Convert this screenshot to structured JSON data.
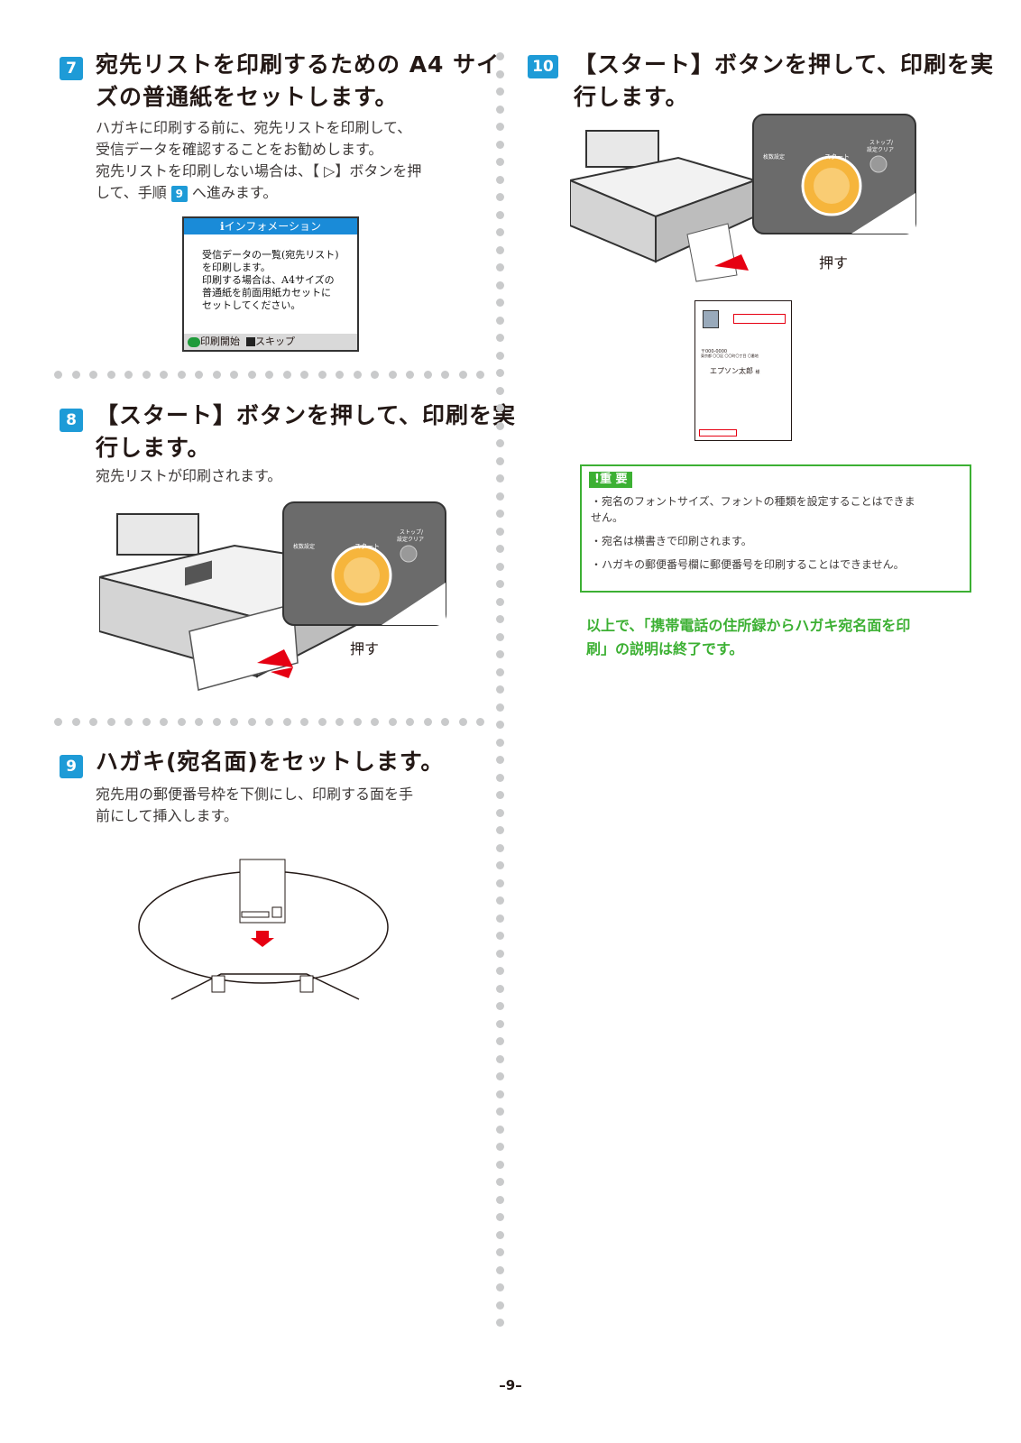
{
  "steps": {
    "s7": {
      "num": "7",
      "title_l1": "宛先リストを印刷するための A4 サイ",
      "title_l2": "ズの普通紙をセットします。",
      "p1": "ハガキに印刷する前に、宛先リストを印刷して、",
      "p2": "受信データを確認することをお勧めします。",
      "p3": "宛先リストを印刷しない場合は、【 ▷】ボタンを押",
      "p4a": "して、手順",
      "p4num": "9",
      "p4b": "へ進みます。"
    },
    "s8": {
      "num": "8",
      "title_l1": "【スタート】ボタンを押して、印刷を実",
      "title_l2": "行します。",
      "body": "宛先リストが印刷されます。"
    },
    "s9": {
      "num": "9",
      "title": "ハガキ(宛名面)をセットします。",
      "p1": "宛先用の郵便番号枠を下側にし、印刷する面を手",
      "p2": "前にして挿入します。"
    },
    "s10": {
      "num": "10",
      "title_l1": "【スタート】ボタンを押して、印刷を実",
      "title_l2": "行します。"
    }
  },
  "info_screen": {
    "title": "インフォメーション",
    "lines": [
      "受信データの一覧(宛先リスト)",
      "を印刷します。",
      "印刷する場合は、A4サイズの",
      "普通紙を前面用紙カセットに",
      "セットしてください。"
    ],
    "footer_start": "印刷開始",
    "footer_skip": "スキップ"
  },
  "panel": {
    "count_label": "枚数設定",
    "start_label": "スタート",
    "stop_l1": "ストップ/",
    "stop_l2": "設定クリア",
    "press_label": "押す"
  },
  "postcard": {
    "postal": "〒000-0000",
    "address": "東京都 〇〇区 〇〇町〇丁目 〇番地",
    "name": "エプソン太郎",
    "honorific": "様"
  },
  "important": {
    "label": "重 要",
    "items": [
      "・宛名のフォントサイズ、フォントの種類を設定することはできま",
      "  せん。",
      "・宛名は横書きで印刷されます。",
      "・ハガキの郵便番号欄に郵便番号を印刷することはできません。"
    ]
  },
  "final": {
    "l1": "以上で、「携帯電話の住所録からハガキ宛名面を印",
    "l2": "刷」の説明は終了です。"
  },
  "page_number": "–9–",
  "colors": {
    "badge": "#1e9bd7",
    "green": "#3cb033",
    "dots": "#c9cacb",
    "orange": "#f6b53c"
  }
}
